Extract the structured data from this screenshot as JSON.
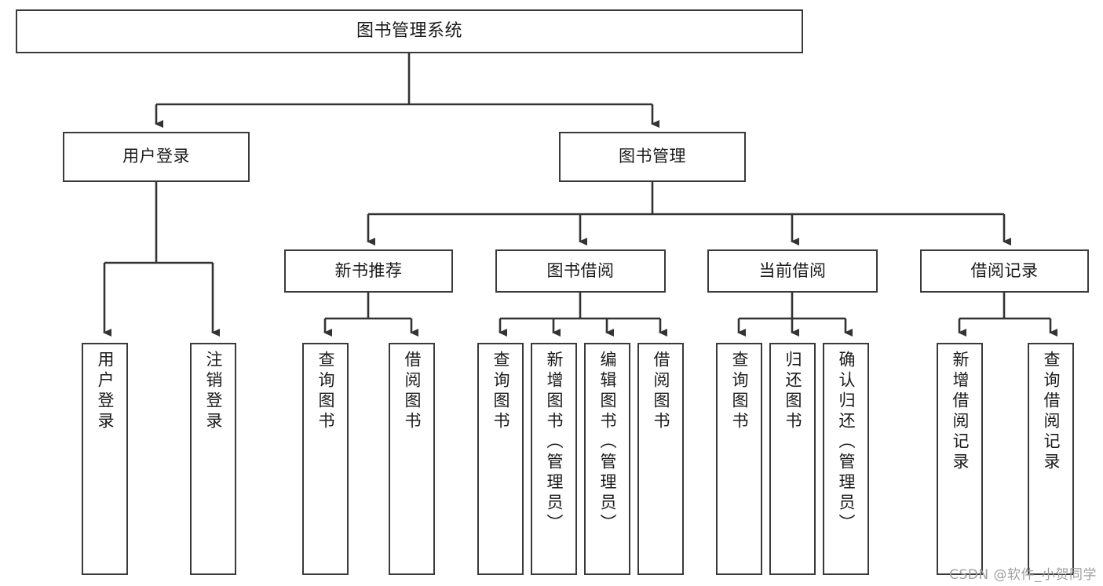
{
  "diagram": {
    "title": "图书管理系统",
    "type": "hierarchy-tree",
    "watermark": "CSDN @软件_小贺同学",
    "colors": {
      "node_border": "#3a3a3a",
      "node_fill": "#ffffff",
      "edge": "#333333",
      "text": "#1a1a1a",
      "watermark": "#9e9e9e"
    },
    "levels": {
      "root": [
        "图书管理系统"
      ],
      "level2": [
        "用户登录",
        "图书管理"
      ],
      "level3": [
        "新书推荐",
        "图书借阅",
        "当前借阅",
        "借阅记录"
      ],
      "level4": [
        "用户登录",
        "注销登录",
        "查询图书",
        "借阅图书",
        "查询图书",
        "新增图书（管理员）",
        "编辑图书（管理员）",
        "借阅图书",
        "查询图书",
        "归还图书",
        "确认归还（管理员）",
        "新增借阅记录",
        "查询借阅记录"
      ]
    },
    "nodes": {
      "root": {
        "label": "图书管理系统"
      },
      "user_login": {
        "label": "用户登录"
      },
      "book_manage": {
        "label": "图书管理"
      },
      "new_book_rec": {
        "label": "新书推荐"
      },
      "book_borrow": {
        "label": "图书借阅"
      },
      "current_borrow": {
        "label": "当前借阅"
      },
      "borrow_record": {
        "label": "借阅记录"
      },
      "leaf_user_login": {
        "label": "用户登录"
      },
      "leaf_user_logout": {
        "label": "注销登录"
      },
      "leaf_query_book_1": {
        "label": "查询图书"
      },
      "leaf_borrow_book_1": {
        "label": "借阅图书"
      },
      "leaf_query_book_2": {
        "label": "查询图书"
      },
      "leaf_add_book": {
        "label": "新增图书（管理员）"
      },
      "leaf_edit_book": {
        "label": "编辑图书（管理员）"
      },
      "leaf_borrow_book_2": {
        "label": "借阅图书"
      },
      "leaf_query_book_3": {
        "label": "查询图书"
      },
      "leaf_return_book": {
        "label": "归还图书"
      },
      "leaf_confirm_return": {
        "label": "确认归还（管理员）"
      },
      "leaf_add_record": {
        "label": "新增借阅记录"
      },
      "leaf_query_record": {
        "label": "查询借阅记录"
      }
    },
    "edges": [
      {
        "from": "root",
        "to": "user_login"
      },
      {
        "from": "root",
        "to": "book_manage"
      },
      {
        "from": "user_login",
        "to": "leaf_user_login"
      },
      {
        "from": "user_login",
        "to": "leaf_user_logout"
      },
      {
        "from": "book_manage",
        "to": "new_book_rec"
      },
      {
        "from": "book_manage",
        "to": "book_borrow"
      },
      {
        "from": "book_manage",
        "to": "current_borrow"
      },
      {
        "from": "book_manage",
        "to": "borrow_record"
      },
      {
        "from": "new_book_rec",
        "to": "leaf_query_book_1"
      },
      {
        "from": "new_book_rec",
        "to": "leaf_borrow_book_1"
      },
      {
        "from": "book_borrow",
        "to": "leaf_query_book_2"
      },
      {
        "from": "book_borrow",
        "to": "leaf_add_book"
      },
      {
        "from": "book_borrow",
        "to": "leaf_edit_book"
      },
      {
        "from": "book_borrow",
        "to": "leaf_borrow_book_2"
      },
      {
        "from": "current_borrow",
        "to": "leaf_query_book_3"
      },
      {
        "from": "current_borrow",
        "to": "leaf_return_book"
      },
      {
        "from": "current_borrow",
        "to": "leaf_confirm_return"
      },
      {
        "from": "borrow_record",
        "to": "leaf_add_record"
      },
      {
        "from": "borrow_record",
        "to": "leaf_query_record"
      }
    ]
  }
}
